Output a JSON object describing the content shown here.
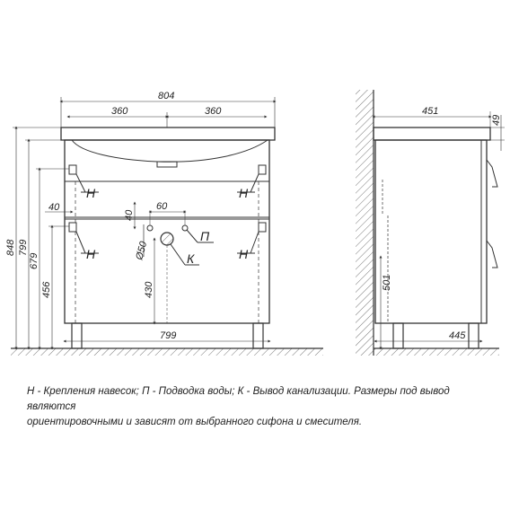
{
  "front_view": {
    "dims": {
      "width_total": "804",
      "half_left": "360",
      "half_right": "360",
      "inner_width": "799",
      "height_848": "848",
      "height_799": "799",
      "height_679": "679",
      "height_456": "456",
      "drain_height": "430",
      "side_offset": "40",
      "top_offset": "40",
      "pipe_spacing": "60",
      "drain_diameter": "Ø50"
    },
    "labels": {
      "h_top_left": "Н",
      "h_top_right": "Н",
      "h_bottom_left": "Н",
      "h_bottom_right": "Н",
      "water": "П",
      "drain": "К"
    }
  },
  "side_view": {
    "dims": {
      "depth_top": "451",
      "top_thickness": "49",
      "supply_height": "501",
      "depth_bottom": "445"
    }
  },
  "caption": {
    "line1": "Н - Крепления навесок; П - Подводка воды; К - Вывод канализации. Размеры под вывод являются",
    "line2": "ориентировочными и зависят от выбранного сифона и смесителя."
  }
}
